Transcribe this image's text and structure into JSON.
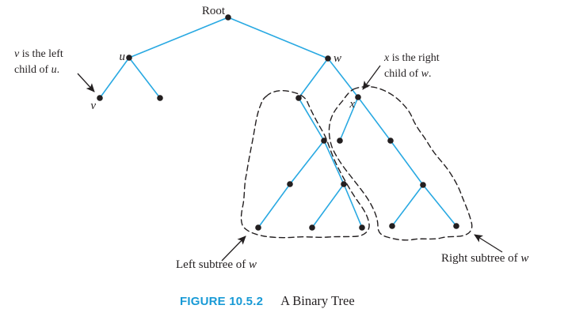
{
  "figure_caption": {
    "label": "FIGURE 10.5.2",
    "title": "A Binary Tree"
  },
  "node_labels": {
    "root": "Root",
    "u": "u",
    "v": "v",
    "w": "w",
    "x": "x"
  },
  "annotations": {
    "v_note": {
      "var1": "v",
      "rest1": " is the left",
      "pre2": "child of ",
      "var2": "u",
      "post2": "."
    },
    "x_note": {
      "var1": "x",
      "rest1": " is the right",
      "pre2": "child of ",
      "var2": "w",
      "post2": "."
    },
    "left_subtree": {
      "text": "Left subtree of ",
      "var": "w"
    },
    "right_subtree": {
      "text": "Right subtree of ",
      "var": "w"
    }
  },
  "tree": {
    "type": "binary-tree",
    "labeled_nodes": [
      "Root",
      "u",
      "v",
      "w",
      "x"
    ],
    "nodes": [
      "root",
      "u",
      "w",
      "v",
      "u-right",
      "w-left",
      "x",
      "a",
      "d",
      "e",
      "b",
      "c",
      "f",
      "b-left-leaf",
      "c-left-leaf",
      "c-right-leaf",
      "f-left-leaf",
      "f-right-leaf"
    ],
    "edges": [
      [
        "root",
        "u"
      ],
      [
        "root",
        "w"
      ],
      [
        "u",
        "v"
      ],
      [
        "u",
        "u-right"
      ],
      [
        "w",
        "w-left"
      ],
      [
        "w",
        "x"
      ],
      [
        "w-left",
        "a"
      ],
      [
        "x",
        "d"
      ],
      [
        "x",
        "e"
      ],
      [
        "a",
        "b"
      ],
      [
        "a",
        "c"
      ],
      [
        "e",
        "f"
      ],
      [
        "b",
        "b-left-leaf"
      ],
      [
        "c",
        "c-left-leaf"
      ],
      [
        "c",
        "c-right-leaf"
      ],
      [
        "f",
        "f-left-leaf"
      ],
      [
        "f",
        "f-right-leaf"
      ]
    ],
    "left_subtree_of_w": [
      "w-left",
      "a",
      "b",
      "c",
      "b-left-leaf",
      "c-left-leaf",
      "c-right-leaf"
    ],
    "right_subtree_of_w": [
      "x",
      "d",
      "e",
      "f",
      "f-left-leaf",
      "f-right-leaf"
    ]
  },
  "colors": {
    "edge": "#29a9e2",
    "node": "#231f20",
    "outline": "#231f20",
    "text": "#231f20",
    "figure_label": "#189ad6"
  }
}
